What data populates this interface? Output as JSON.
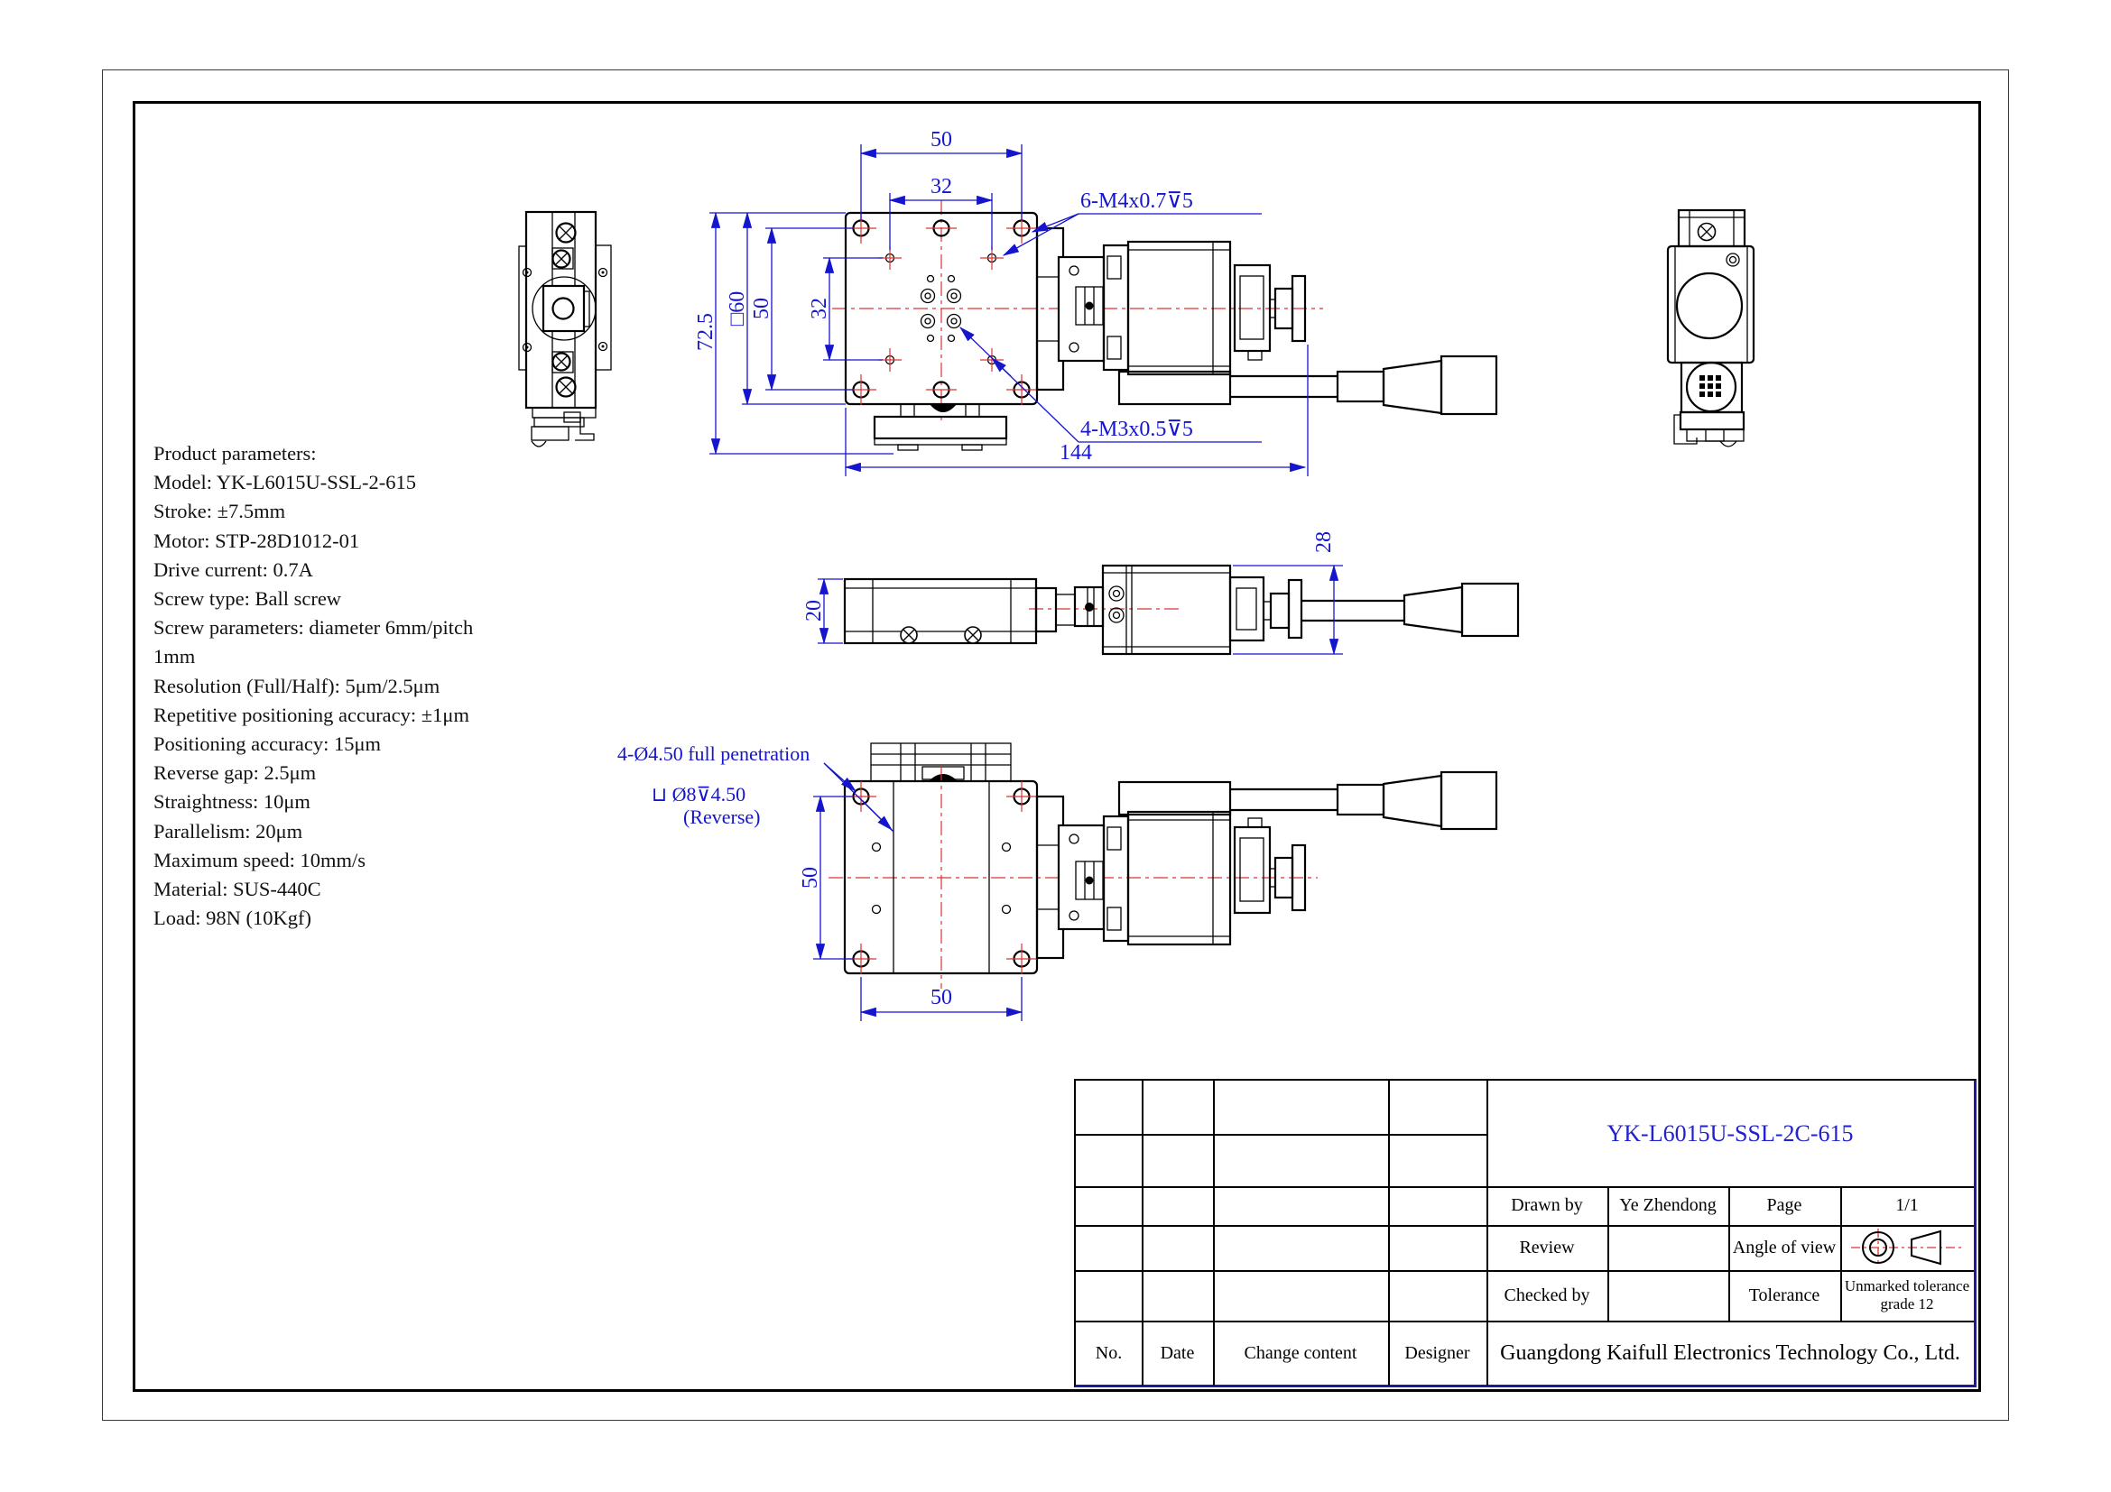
{
  "colors": {
    "dimension_blue": "#1515cd",
    "centerline_red": "#dd3333",
    "object_line_black": "#000000",
    "drawing_number_blue": "#2222cc"
  },
  "parameters": {
    "lines": [
      "Product parameters:",
      "Model: YK-L6015U-SSL-2-615",
      "Stroke: ±7.5mm",
      "Motor: STP-28D1012-01",
      "Drive current: 0.7A",
      "Screw type: Ball screw",
      "Screw parameters: diameter 6mm/pitch",
      "1mm",
      "Resolution (Full/Half): 5μm/2.5μm",
      "Repetitive positioning accuracy: ±1μm",
      "Positioning accuracy: 15μm",
      "Reverse gap: 2.5μm",
      "Straightness: 10μm",
      "Parallelism: 20μm",
      "Maximum speed: 10mm/s",
      "Material: SUS-440C",
      "Load: 98N (10Kgf)"
    ]
  },
  "dimensions": {
    "top_view": {
      "width_50": "50",
      "width_32": "32",
      "height_72_5": "72.5",
      "square_60": "□60",
      "height_50": "50",
      "height_32": "32",
      "overall_144": "144",
      "thread_note_m4": "6-M4x0.7⊽5",
      "thread_note_m3": "4-M3x0.5⊽5"
    },
    "side_view": {
      "height_20": "20",
      "motor_28": "28"
    },
    "bottom_view": {
      "height_50": "50",
      "width_50": "50",
      "hole_note_line1": "4-Ø4.50 full penetration",
      "hole_note_line2": "⊔ Ø8⊽4.50",
      "hole_note_line3": "(Reverse)"
    }
  },
  "title_block": {
    "drawing_number": "YK-L6015U-SSL-2C-615",
    "drawn_by_label": "Drawn by",
    "drawn_by": "Ye Zhendong",
    "page_label": "Page",
    "page": "1/1",
    "review_label": "Review",
    "angle_of_view_label": "Angle of view",
    "checked_by_label": "Checked by",
    "tolerance_label": "Tolerance",
    "tolerance_value": "Unmarked tolerance grade 12",
    "company": "Guangdong Kaifull Electronics Technology Co., Ltd.",
    "revision_headers": {
      "no": "No.",
      "date": "Date",
      "change_content": "Change content",
      "designer": "Designer"
    }
  }
}
